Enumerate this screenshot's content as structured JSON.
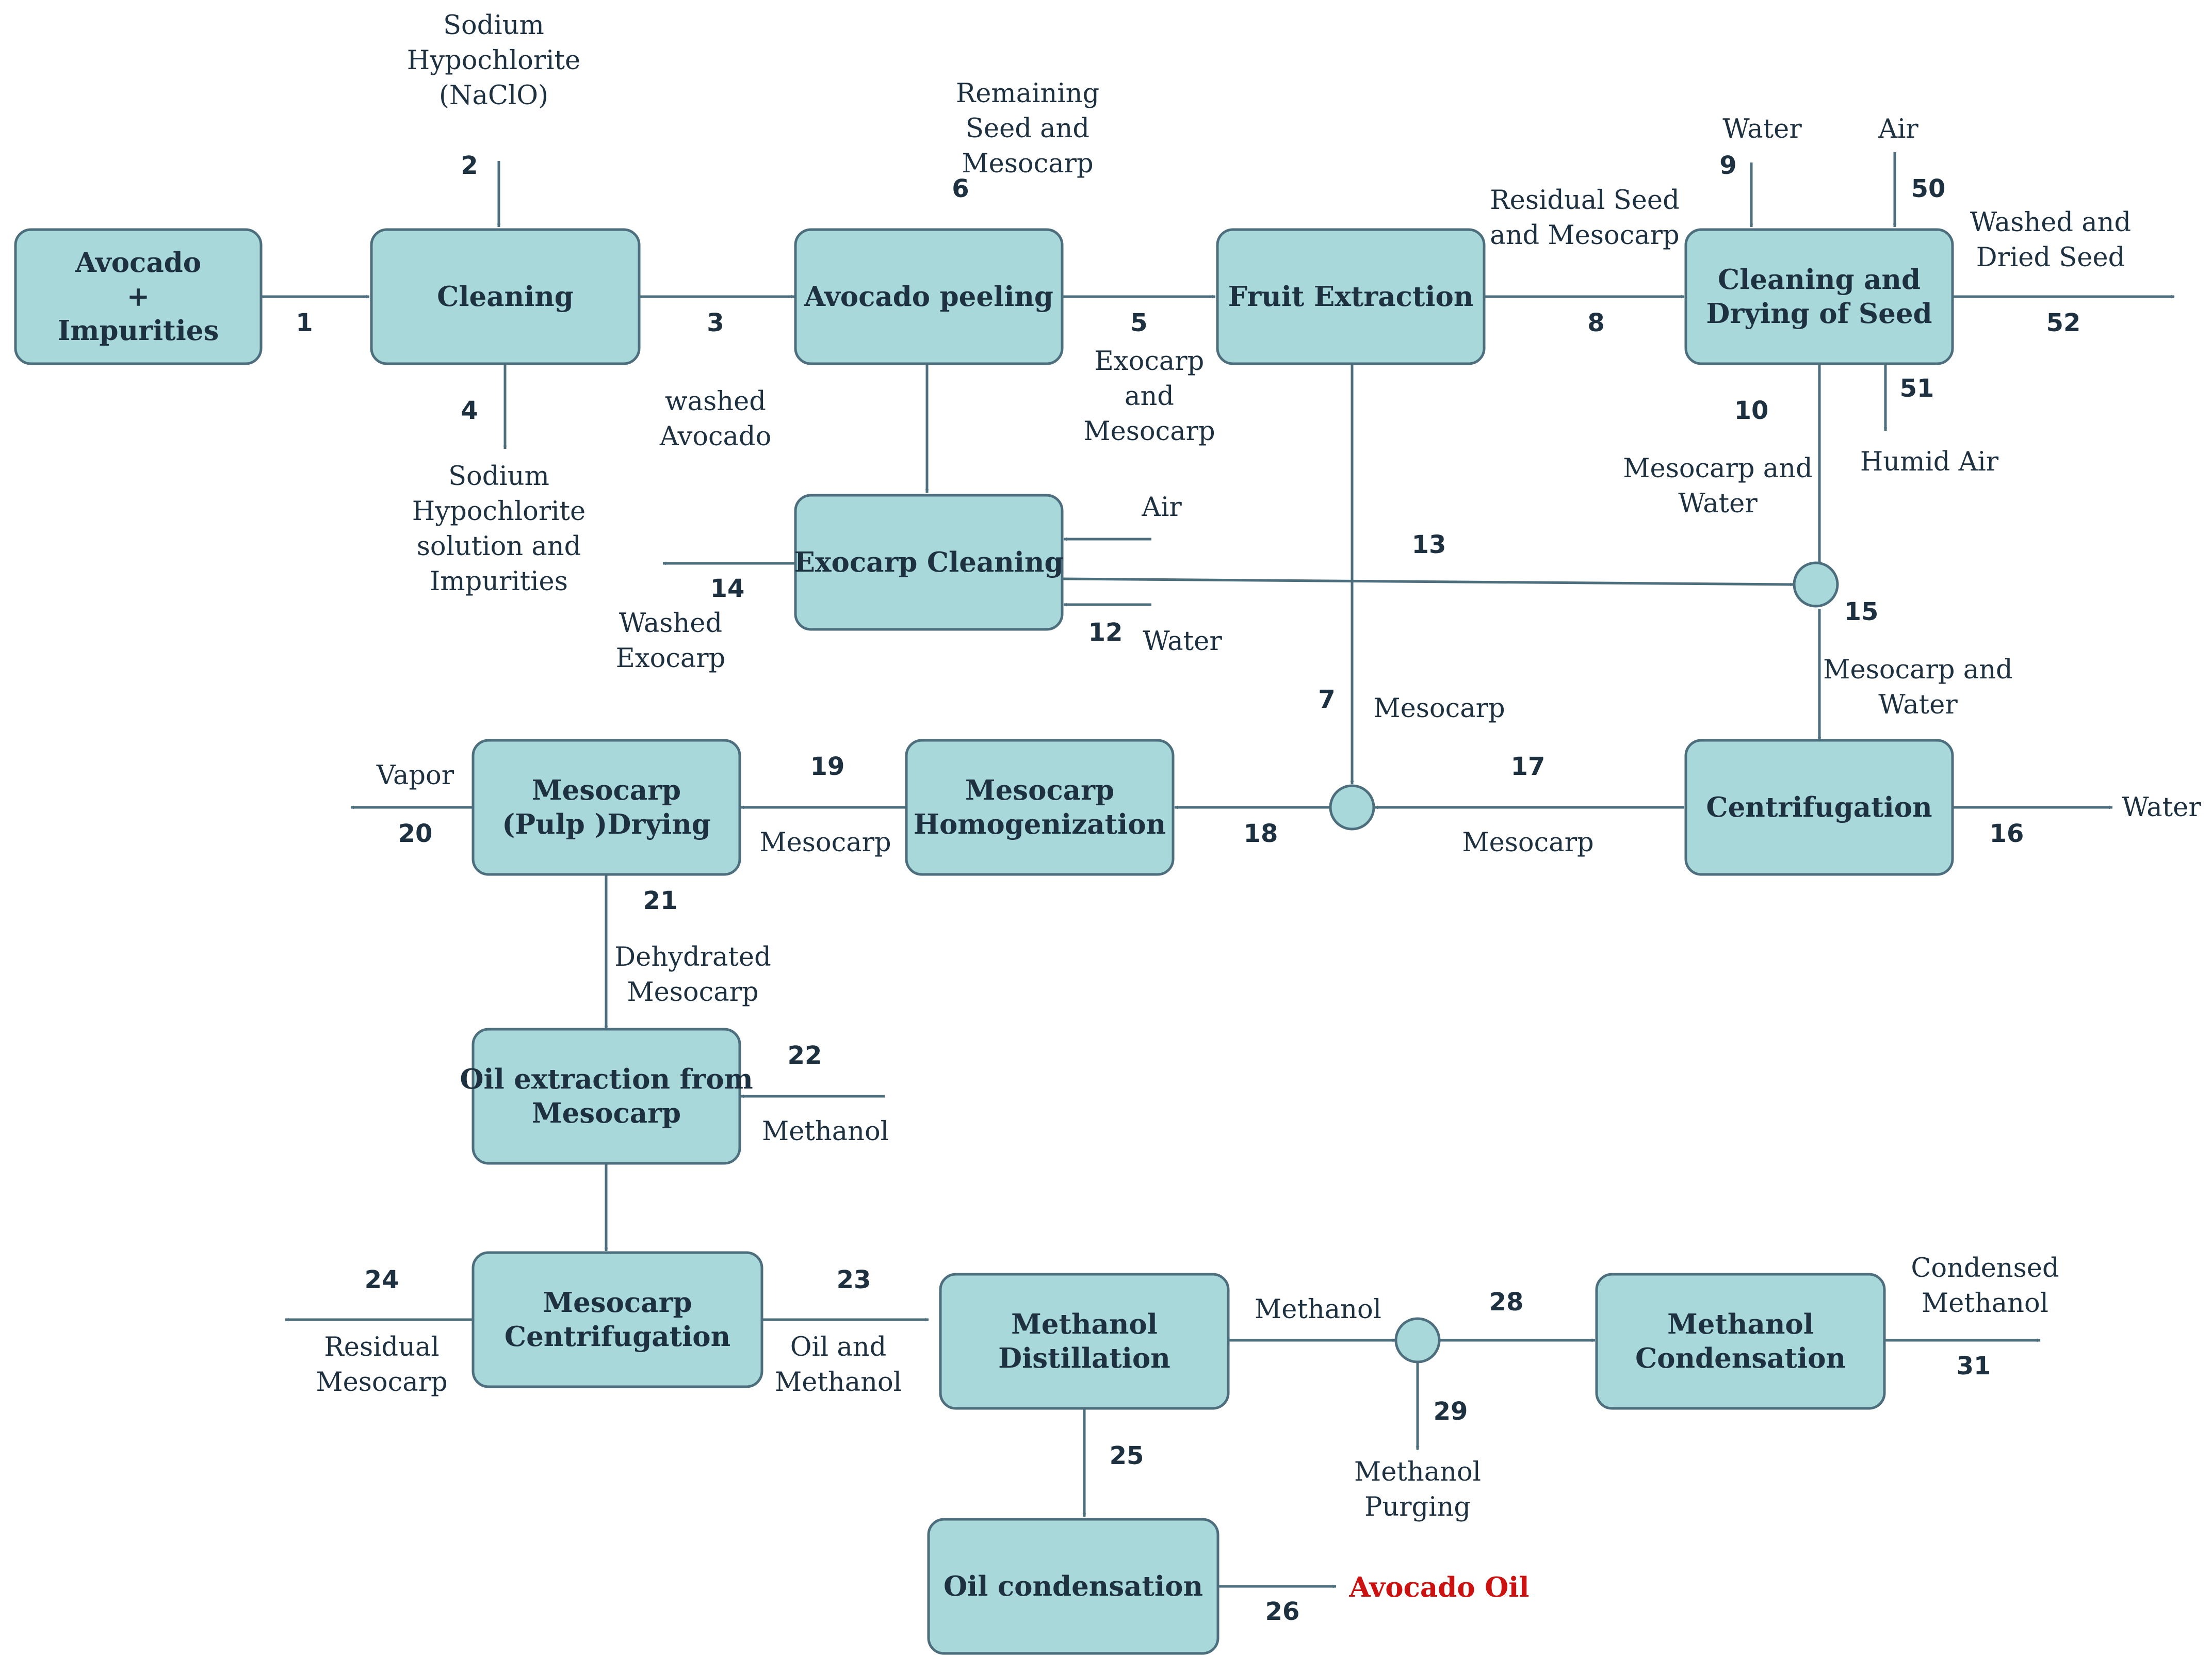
{
  "colors": {
    "box_fill": "#a8d8da",
    "stroke": "#4d6e7c",
    "text": "#1e3140",
    "product": "#cc1111"
  },
  "process_boxes": [
    {
      "id": "avocado-impurities-box",
      "lines": [
        "Avocado",
        "+",
        "Impurities"
      ]
    },
    {
      "id": "cleaning-box",
      "lines": [
        "Cleaning"
      ]
    },
    {
      "id": "avocado-peeling-box",
      "lines": [
        "Avocado peeling"
      ]
    },
    {
      "id": "fruit-extraction-box",
      "lines": [
        "Fruit Extraction"
      ]
    },
    {
      "id": "seed-cleaning-drying-box",
      "lines": [
        "Cleaning and",
        "Drying of Seed"
      ]
    },
    {
      "id": "exocarp-cleaning-box",
      "lines": [
        "Exocarp Cleaning"
      ]
    },
    {
      "id": "centrifugation-box",
      "lines": [
        "Centrifugation"
      ]
    },
    {
      "id": "mesocarp-homogenization-box",
      "lines": [
        "Mesocarp",
        "Homogenization"
      ]
    },
    {
      "id": "mesocarp-drying-box",
      "lines": [
        "Mesocarp",
        "(Pulp )Drying"
      ]
    },
    {
      "id": "oil-extraction-box",
      "lines": [
        "Oil extraction from",
        "Mesocarp"
      ]
    },
    {
      "id": "mesocarp-centrifugation-box",
      "lines": [
        "Mesocarp",
        "Centrifugation"
      ]
    },
    {
      "id": "methanol-distillation-box",
      "lines": [
        "Methanol",
        "Distillation"
      ]
    },
    {
      "id": "methanol-condensation-box",
      "lines": [
        "Methanol",
        "Condensation"
      ]
    },
    {
      "id": "oil-condensation-box",
      "lines": [
        "Oil condensation"
      ]
    }
  ],
  "mixers": [
    {
      "id": "mixer-15"
    },
    {
      "id": "mixer-18"
    },
    {
      "id": "mixer-28"
    }
  ],
  "stream_numbers": [
    "1",
    "2",
    "3",
    "4",
    "5",
    "6",
    "7",
    "8",
    "9",
    "10",
    "12",
    "13",
    "14",
    "15",
    "16",
    "17",
    "18",
    "19",
    "20",
    "21",
    "22",
    "23",
    "24",
    "25",
    "26",
    "28",
    "29",
    "31",
    "50",
    "51",
    "52"
  ],
  "stream_labels": [
    {
      "id": "sodium-hypochlorite-in",
      "lines": [
        "Sodium",
        "Hypochlorite",
        "(NaClO)"
      ]
    },
    {
      "id": "remaining-seed-mesocarp",
      "lines": [
        "Remaining",
        "Seed and",
        "Mesocarp"
      ]
    },
    {
      "id": "residual-seed-mesocarp",
      "lines": [
        "Residual Seed",
        "and Mesocarp"
      ]
    },
    {
      "id": "water-in-9",
      "lines": [
        "Water"
      ]
    },
    {
      "id": "air-in-50",
      "lines": [
        "Air"
      ]
    },
    {
      "id": "washed-dried-seed",
      "lines": [
        "Washed and",
        "Dried Seed"
      ]
    },
    {
      "id": "exocarp-mesocarp",
      "lines": [
        "Exocarp",
        "and",
        "Mesocarp"
      ]
    },
    {
      "id": "washed-avocado",
      "lines": [
        "washed",
        "Avocado"
      ]
    },
    {
      "id": "sodium-hypochlorite-out",
      "lines": [
        "Sodium",
        "Hypochlorite",
        "solution and",
        "Impurities"
      ]
    },
    {
      "id": "mesocarp-water-10",
      "lines": [
        "Mesocarp and",
        "Water"
      ]
    },
    {
      "id": "humid-air",
      "lines": [
        "Humid Air"
      ]
    },
    {
      "id": "air-in-exocarp",
      "lines": [
        "Air"
      ]
    },
    {
      "id": "water-in-12",
      "lines": [
        "Water"
      ]
    },
    {
      "id": "washed-exocarp",
      "lines": [
        "Washed",
        "Exocarp"
      ]
    },
    {
      "id": "mesocarp-water-15",
      "lines": [
        "Mesocarp and",
        "Water"
      ]
    },
    {
      "id": "mesocarp-7",
      "lines": [
        "Mesocarp"
      ]
    },
    {
      "id": "vapor",
      "lines": [
        "Vapor"
      ]
    },
    {
      "id": "mesocarp-19",
      "lines": [
        "Mesocarp"
      ]
    },
    {
      "id": "mesocarp-17",
      "lines": [
        "Mesocarp"
      ]
    },
    {
      "id": "water-out-16",
      "lines": [
        "Water"
      ]
    },
    {
      "id": "dehydrated-mesocarp",
      "lines": [
        "Dehydrated",
        "Mesocarp"
      ]
    },
    {
      "id": "methanol-in-22",
      "lines": [
        "Methanol"
      ]
    },
    {
      "id": "residual-mesocarp",
      "lines": [
        "Residual",
        "Mesocarp"
      ]
    },
    {
      "id": "oil-methanol",
      "lines": [
        "Oil and",
        "Methanol"
      ]
    },
    {
      "id": "methanol-stream",
      "lines": [
        "Methanol"
      ]
    },
    {
      "id": "condensed-methanol",
      "lines": [
        "Condensed",
        "Methanol"
      ]
    },
    {
      "id": "methanol-purging",
      "lines": [
        "Methanol",
        "Purging"
      ]
    },
    {
      "id": "avocado-oil",
      "lines": [
        "Avocado Oil"
      ]
    }
  ]
}
